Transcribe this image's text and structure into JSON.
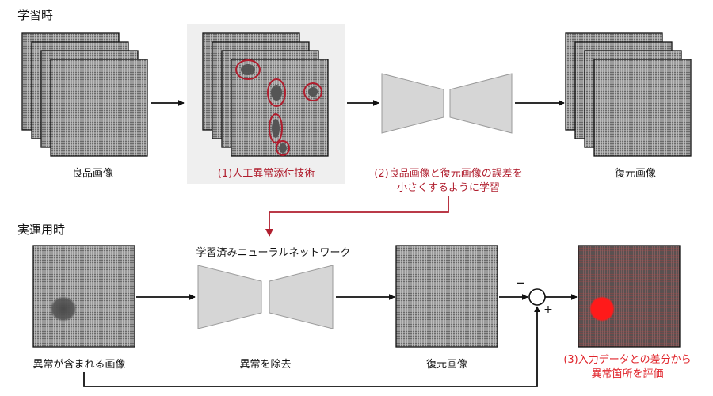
{
  "sections": {
    "training": "学習時",
    "operation": "実運用時"
  },
  "training": {
    "input_label": "良品画像",
    "anomaly_tech_label": "(1)人工異常添付技術",
    "train_note_line1": "(2)良品画像と復元画像の誤差を",
    "train_note_line2": "小さくするように学習",
    "output_label": "復元画像"
  },
  "operation": {
    "network_title": "学習済みニューラルネットワーク",
    "input_label": "異常が含まれる画像",
    "network_label": "異常を除去",
    "output_label": "復元画像",
    "result_line1": "(3)入力データとの差分から",
    "result_line2": "異常箇所を評価",
    "minus_sign": "−",
    "plus_sign": "+"
  },
  "colors": {
    "accent": "#b01e2e",
    "heatmap_spot": "#ff1a1a",
    "panel_bg": "#efefef",
    "network_fill": "#d6d6d6"
  }
}
